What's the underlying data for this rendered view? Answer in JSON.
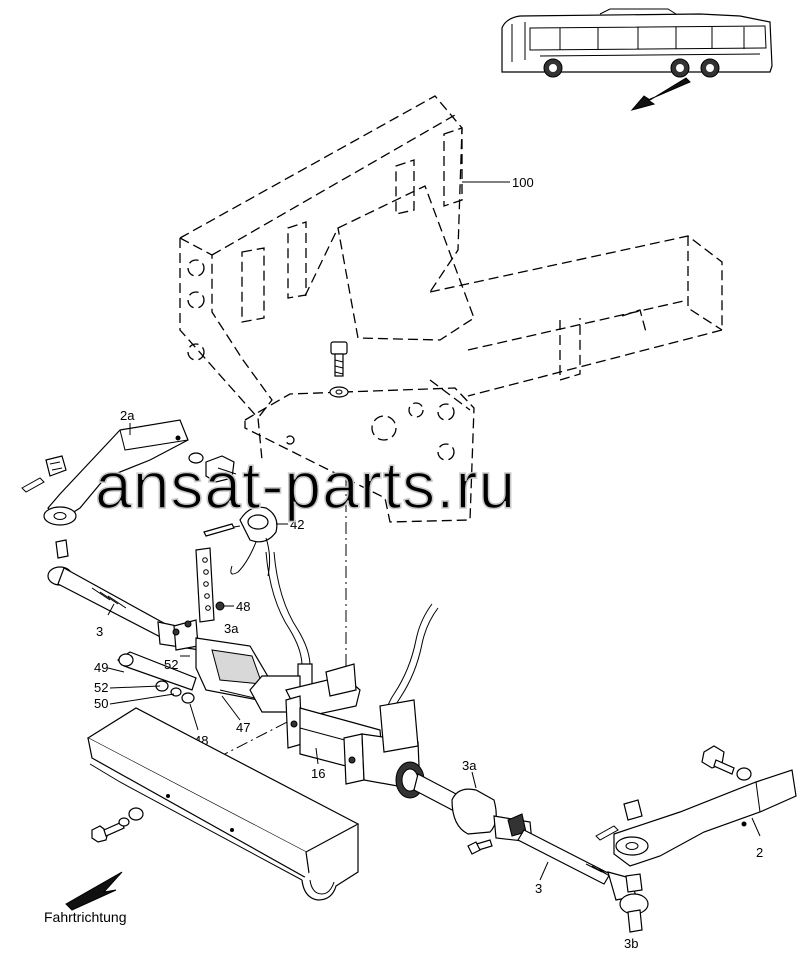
{
  "corner_code": "",
  "watermark": "ansat-parts.ru",
  "direction_label": "Fahrtrichtung",
  "labels": {
    "p100": "100",
    "p2a": "2a",
    "p42": "42",
    "p48_top": "48",
    "p3_left": "3",
    "p3a_top": "3a",
    "p49": "49",
    "p52_a": "52",
    "p52_b": "52",
    "p50": "50",
    "p48_bottom": "48",
    "p47": "47",
    "p16": "16",
    "p3a_right": "3a",
    "p3_right": "3",
    "p2": "2",
    "p3b": "3b"
  }
}
